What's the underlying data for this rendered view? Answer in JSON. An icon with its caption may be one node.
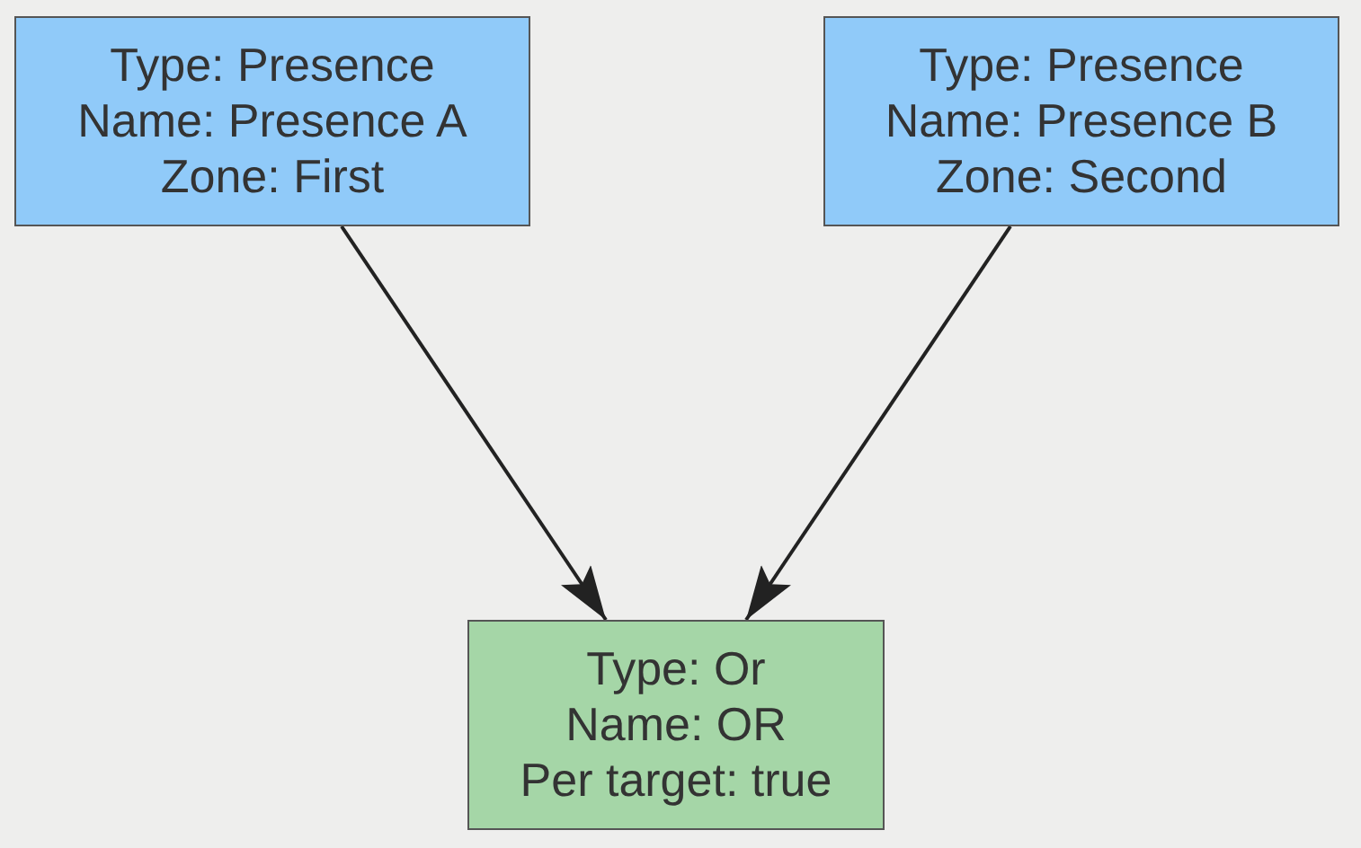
{
  "diagram": {
    "nodes": [
      {
        "text": [
          "Type: Presence",
          "Name: Presence A",
          "Zone: First"
        ]
      },
      {
        "text": [
          "Type: Presence",
          "Name: Presence B",
          "Zone: Second"
        ]
      },
      {
        "text": [
          "Type: Or",
          "Name: OR",
          "Per target: true"
        ]
      }
    ],
    "edges": [
      {
        "from": 0,
        "to": 2,
        "arrow": "to"
      },
      {
        "from": 1,
        "to": 2,
        "arrow": "to"
      }
    ]
  }
}
